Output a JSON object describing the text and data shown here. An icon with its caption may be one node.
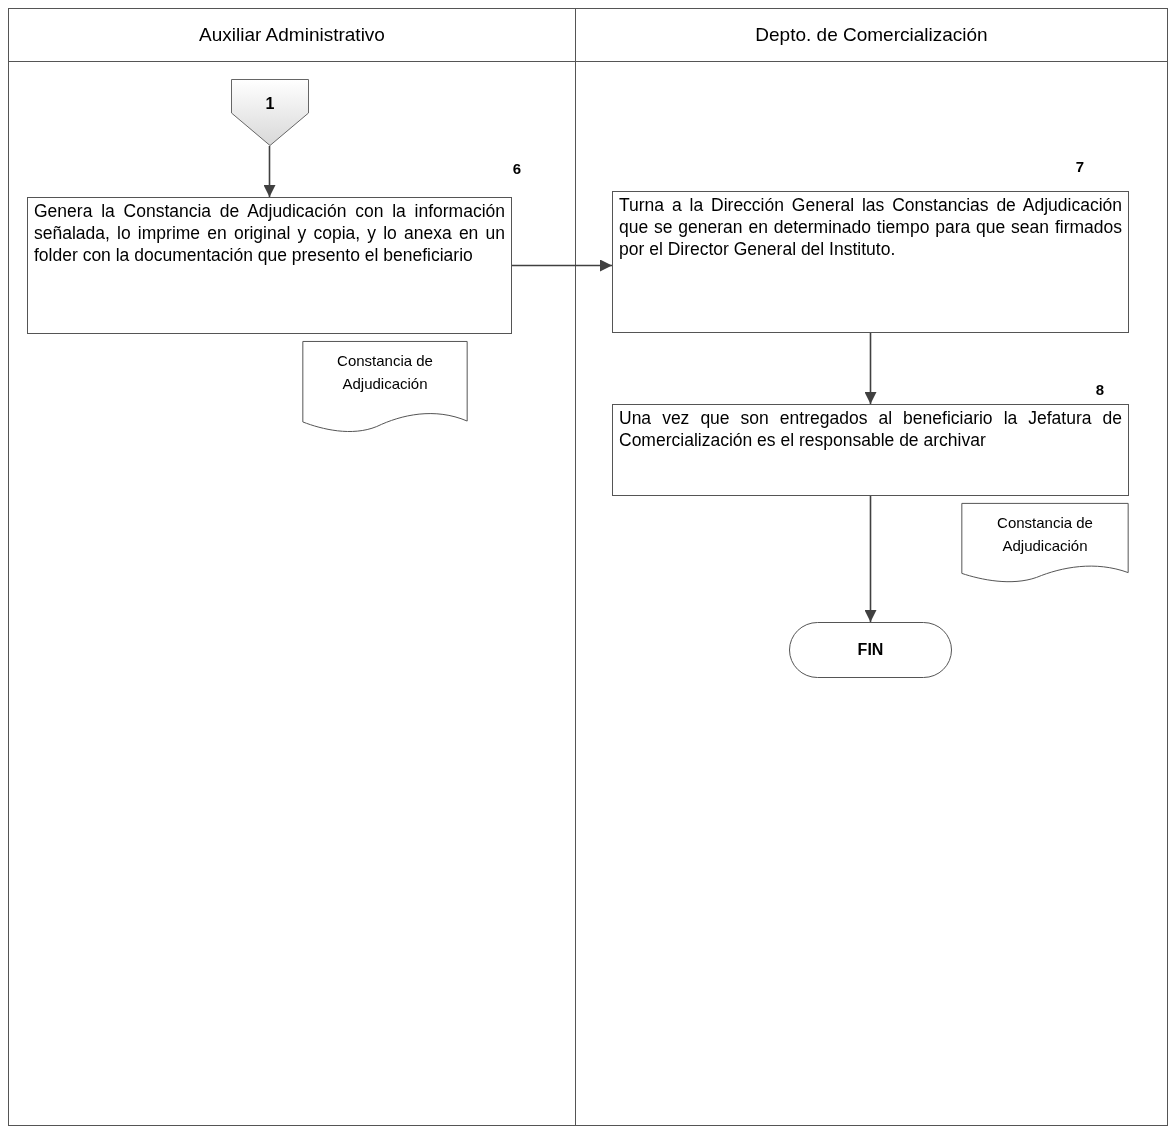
{
  "diagram": {
    "nodes": [
      {
        "text": [
          "Auxiliar Administrativo"
        ]
      },
      {
        "text": [
          "Depto. de Comercialización"
        ]
      },
      {
        "text": [
          "1"
        ],
        "in": 0
      },
      {
        "text": [
          "Genera la Constancia de Adjudicación con la información señalada, lo imprime en original y copia, y lo anexa en un folder con la documentación que presento el beneficiario"
        ],
        "beside": [
          "6"
        ],
        "in": 0
      },
      {
        "text": [
          "Constancia de Adjudicación"
        ],
        "in": 0
      },
      {
        "text": [
          "Turna a la Dirección General las Constancias de Adjudicación que se generan en determinado tiempo para que sean firmados por el Director General del Instituto."
        ],
        "beside": [
          "7"
        ],
        "in": 1
      },
      {
        "text": [
          "Una vez que son entregados al beneficiario la Jefatura de Comercialización es el responsable de archivar"
        ],
        "beside": [
          "8"
        ],
        "in": 1
      },
      {
        "text": [
          "Constancia de Adjudicación"
        ],
        "in": 1
      },
      {
        "text": [
          "FIN"
        ],
        "in": 1
      }
    ],
    "edges": [
      {
        "from": 2,
        "to": 3,
        "arrow": "to"
      },
      {
        "from": 3,
        "to": 5,
        "arrow": "to"
      },
      {
        "from": 5,
        "to": 6,
        "arrow": "to"
      },
      {
        "from": 6,
        "to": 8,
        "arrow": "to"
      }
    ]
  }
}
